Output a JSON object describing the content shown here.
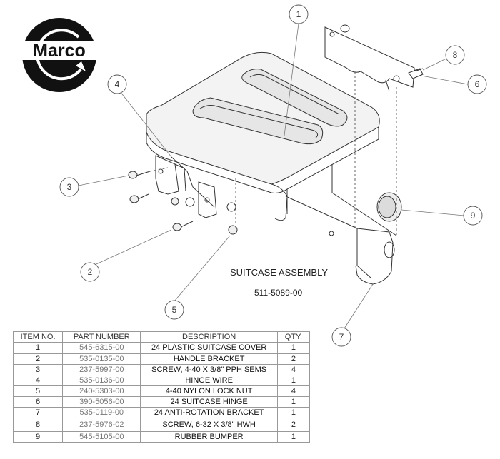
{
  "logo": {
    "text": "Marco"
  },
  "title": "SUITCASE ASSEMBLY",
  "assembly_number": "511-5089-00",
  "callouts": [
    "1",
    "2",
    "3",
    "4",
    "5",
    "6",
    "7",
    "8",
    "9"
  ],
  "table": {
    "headers": [
      "ITEM NO.",
      "PART NUMBER",
      "DESCRIPTION",
      "QTY."
    ],
    "rows": [
      [
        "1",
        "545-6315-00",
        "24 PLASTIC SUITCASE COVER",
        "1"
      ],
      [
        "2",
        "535-0135-00",
        "HANDLE BRACKET",
        "2"
      ],
      [
        "3",
        "237-5997-00",
        "SCREW, 4-40 X 3/8\" PPH SEMS",
        "4"
      ],
      [
        "4",
        "535-0136-00",
        "HINGE WIRE",
        "1"
      ],
      [
        "5",
        "240-5303-00",
        "4-40 NYLON LOCK NUT",
        "4"
      ],
      [
        "6",
        "390-5056-00",
        "24 SUITCASE HINGE",
        "1"
      ],
      [
        "7",
        "535-0119-00",
        "24 ANTI-ROTATION BRACKET",
        "1"
      ],
      [
        "8",
        "237-5976-02",
        "SCREW, 6-32 X 3/8\" HWH",
        "2"
      ],
      [
        "9",
        "545-5105-00",
        "RUBBER BUMPER",
        "1"
      ]
    ]
  }
}
